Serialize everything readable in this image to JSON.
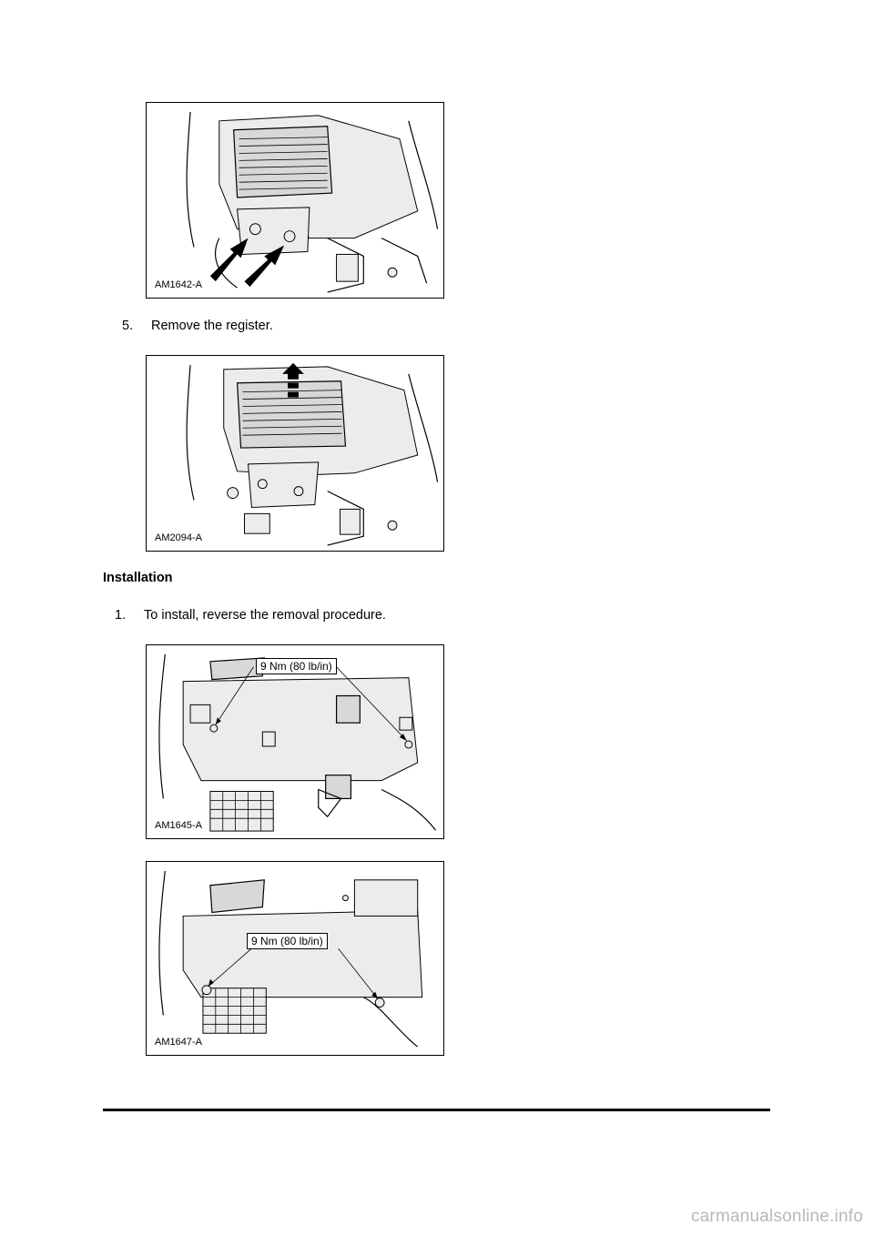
{
  "figures": [
    {
      "id": "AM1642-A"
    },
    {
      "id": "AM2094-A"
    },
    {
      "id": "AM1645-A",
      "torque": "9 Nm (80 lb/in)"
    },
    {
      "id": "AM1647-A",
      "torque": "9 Nm (80 lb/in)"
    }
  ],
  "steps": {
    "remove_register": {
      "number": "5.",
      "text": "Remove the register."
    },
    "install": {
      "number": "1.",
      "text": "To install, reverse the removal procedure."
    }
  },
  "section": {
    "heading": "Installation"
  },
  "watermark": "carmanualsonline.info"
}
